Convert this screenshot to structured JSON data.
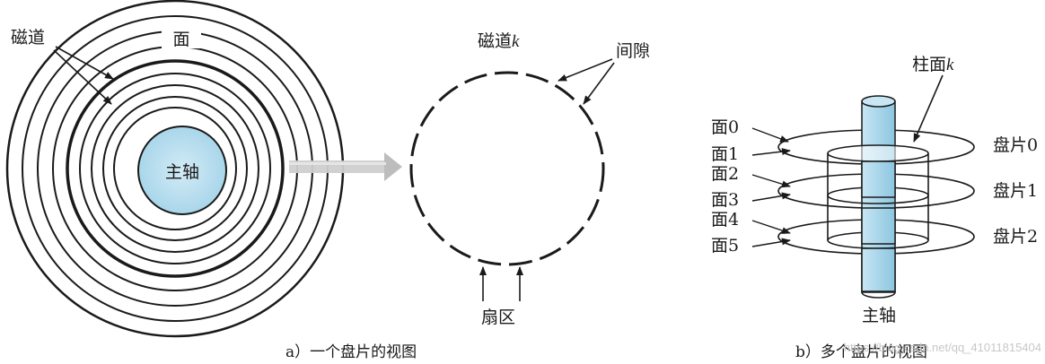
{
  "panel_a": {
    "labels": {
      "track": "磁道",
      "surface": "面",
      "spindle": "主轴",
      "track_k_prefix": "磁道",
      "track_k_var": "k",
      "gap": "间隙",
      "sector": "扇区"
    },
    "caption": "a）一个盘片的视图"
  },
  "panel_b": {
    "labels": {
      "cylinder_prefix": "柱面",
      "cylinder_var": "k",
      "spindle": "主轴"
    },
    "surfaces": [
      "面0",
      "面1",
      "面2",
      "面3",
      "面4",
      "面5"
    ],
    "platters": [
      "盘片0",
      "盘片1",
      "盘片2"
    ],
    "caption": "b）多个盘片的视图"
  },
  "watermark": "https://blog.csdn.net/qq_41011815404",
  "colors": {
    "spindle_fill": "#a9d6ea",
    "spindle_stroke": "#1a1a1a",
    "line": "#1a1a1a",
    "arrow_fill": "#cfcfcf"
  }
}
